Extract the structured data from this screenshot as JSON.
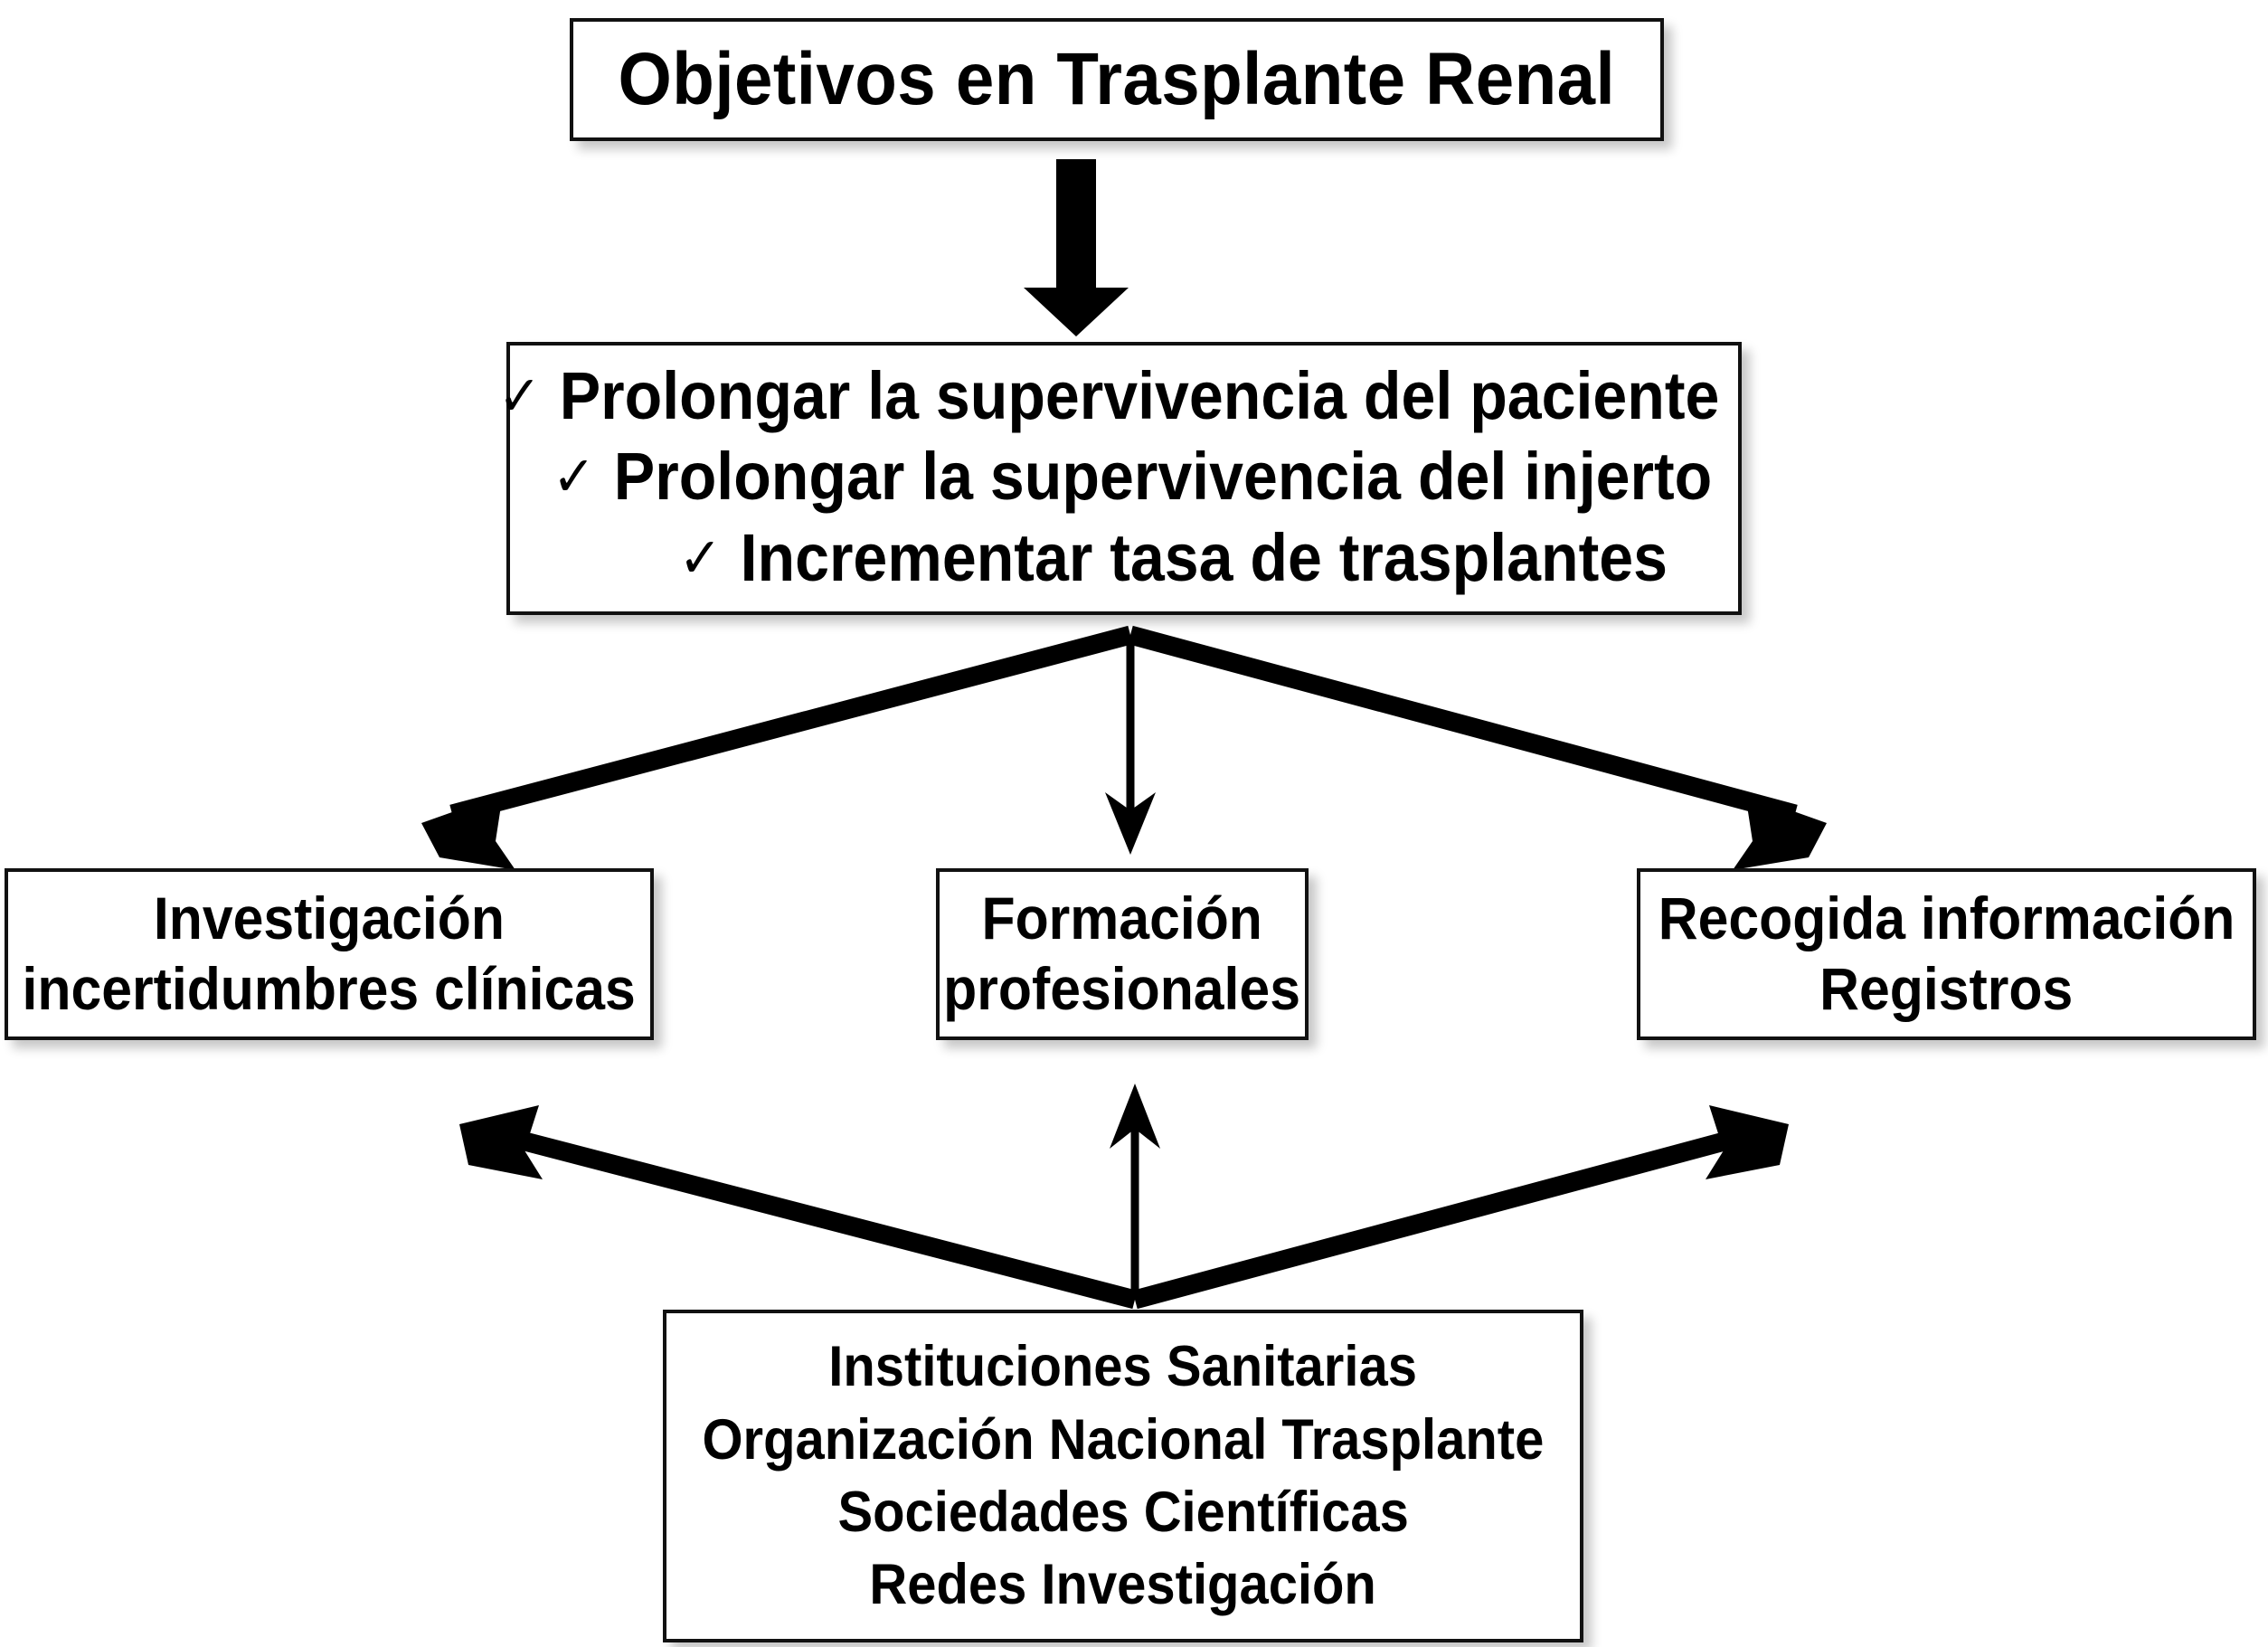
{
  "diagram": {
    "title": {
      "text": "Objetivos en Trasplante Renal"
    },
    "objectives": {
      "items": [
        {
          "check": "✓",
          "label": "Prolongar la supervivencia del paciente"
        },
        {
          "check": "✓",
          "label": "Prolongar la supervivencia del injerto"
        },
        {
          "check": "✓",
          "label": "Incrementar tasa de trasplantes"
        }
      ]
    },
    "strategies": [
      {
        "id": "investigacion",
        "lines": [
          "Investigación",
          "incertidumbres clínicas"
        ]
      },
      {
        "id": "formacion",
        "lines": [
          "Formación",
          "profesionales"
        ]
      },
      {
        "id": "recogida",
        "lines": [
          "Recogida información",
          "Registros"
        ]
      }
    ],
    "actors": {
      "id": "instituciones",
      "lines": [
        "Instituciones Sanitarias",
        "Organización Nacional Trasplante",
        "Sociedades Científicas",
        "Redes Investigación"
      ]
    },
    "connectors": {
      "title_to_objectives": "block-arrow-down",
      "objectives_to_strategies": [
        "arrow-down-left",
        "arrow-down",
        "arrow-down-right"
      ],
      "actors_to_strategies": [
        "arrow-up-left",
        "arrow-up",
        "arrow-up-right"
      ]
    },
    "colors": {
      "stroke": "#111111",
      "background": "#ffffff",
      "text": "#000000"
    }
  }
}
